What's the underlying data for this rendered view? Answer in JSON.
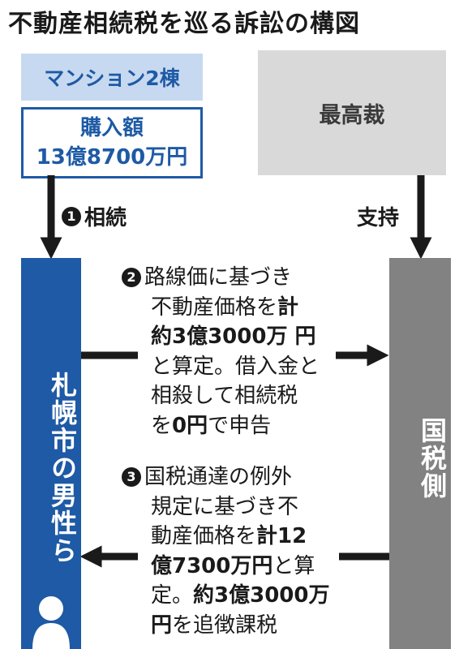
{
  "title": "不動産相続税を巡る訴訟の構図",
  "property": {
    "header": "マンション2棟",
    "price_label": "購入額",
    "price_value": "13億8700万円"
  },
  "court": {
    "label": "最高裁"
  },
  "arrows": {
    "inherit": {
      "num": "1",
      "label": "相続"
    },
    "support": {
      "label": "支持"
    }
  },
  "parties": {
    "men": "札幌市の男性ら",
    "tax": "国税側"
  },
  "steps": [
    {
      "num": "2",
      "lines": [
        {
          "t": "路線価に基づき",
          "b": ""
        },
        {
          "t": "不動産価格を",
          "b": "計"
        },
        {
          "t": "",
          "b": "約3億3000万 円"
        },
        {
          "t": "と算定。借入金と",
          "b": ""
        },
        {
          "t": "相殺して相続税",
          "b": ""
        },
        {
          "t": "を",
          "b": "0円",
          "t2": "で申告"
        }
      ]
    },
    {
      "num": "3",
      "lines": [
        {
          "t": "国税通達の例外",
          "b": ""
        },
        {
          "t": "規定に基づき不",
          "b": ""
        },
        {
          "t": "動産価格を",
          "b": "計12"
        },
        {
          "t": "",
          "b": "億7300万円",
          "t2": "と算"
        },
        {
          "t": "定。",
          "b": "約3億3000万"
        },
        {
          "t": "",
          "b": "円",
          "t2": "を追徴課税"
        }
      ]
    }
  ],
  "colors": {
    "blue": "#1e5aa5",
    "light_blue": "#c7d9f0",
    "gray": "#828282",
    "light_gray": "#d9d9d9"
  }
}
